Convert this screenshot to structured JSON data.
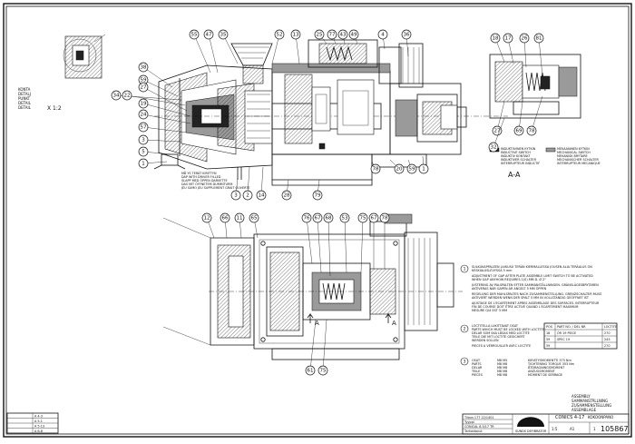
{
  "detail": {
    "labels": [
      "KONTA",
      "DETALJ",
      "PUNKT",
      "DETAIL",
      "DETAIL"
    ],
    "scale": "X 1:2"
  },
  "callouts_top": [
    "55",
    "47",
    "35",
    "52",
    "13",
    "25",
    "77",
    "43",
    "49",
    "4",
    "36",
    "38",
    "59",
    "34",
    "22",
    "27",
    "19",
    "24",
    "57",
    "3",
    "5",
    "1",
    "2",
    "14",
    "28",
    "79",
    "78",
    "20",
    "59",
    "1",
    "3"
  ],
  "callouts_right": [
    "18",
    "17",
    "26",
    "81",
    "27",
    "69",
    "78",
    "32"
  ],
  "callouts_bottom": [
    "12",
    "66",
    "11",
    "65",
    "76",
    "67",
    "68",
    "53",
    "75",
    "67",
    "78",
    "61",
    "75"
  ],
  "section_label": "A-A",
  "section_marks": [
    "A",
    "A"
  ],
  "note_left": [
    "MÅ YS TERÄT KIRITTYN",
    "DAP WITH DRIVER FILLED",
    "SLAPP MED ÖPPEN DARVETTE",
    "DAS MIT ÖFFNETEM DUMMITURM",
    "JEU SUMO JEU SUPPLEMENT GRAIT OUVERTE"
  ],
  "legend_right": [
    "INDUKTIIVINEN KYTKIN",
    "INDUCTIVE SWITCH",
    "INDUKTIV KONTAKT",
    "INDUKTIVER SCHALTER",
    "INTERRUPTEUR INDUCTIF"
  ],
  "legend_right2": [
    "MEKAANINEN KYTKIN",
    "MECHANICAL SWITCH",
    "MEKANISK BRYTARE",
    "MECHANISCHER SCHALTER",
    "INTERRUPTEUR MECANIQUE"
  ],
  "note1": [
    "SULKUKAPPALEEN LIUKUSU TERÄN KIERMALLESSA JOUSEN ALIA TERÄALUS ON",
    "KESKIALUSLEVYSSÄ 5 mm",
    "ADJUSTMENT OF GAP AFTER PLATE ASSEMBLY. LIMIT SWITCH TO BE ACTIVATED",
    "WHEN GAP ANYHOW REQUIRES 1(S) MM D. Ø 2\"",
    "JUSTERING AV PALSPALTEN EFTER SAMMANSTÄLLNINGEN. GRÄNSLÄGESBRYTAREN",
    "AKTIVERAS NÄR GAPEN ÄR ANGELT 5 MM ÖPPEN",
    "REGELUNG DER MAHLSPALTES NACH ZUSAMMENSTELLUNG. GRENZSCHALTER MUSS",
    "AKTIVIERT WERDEN WENN DER SPALT 5 MM IN VOLLSTÄNDIG GEÖFFNET IST",
    "AJUSTAGE DE L'ECARTEMENT APRES ASSEMBLAGE DES SURFACES. INTERRUPTEUR",
    "FIN DE COURSE DOIT ÊTRE ACTIVÉ QUAND L'ECARTEMENT MAXIMUM",
    "MESURE QUI EST 5 MM"
  ],
  "note2": [
    "LOCTITELLA LUKITTAVAT OSAT",
    "PARTS WHICH MUST BE LOCKED WITH LOCTITE",
    "DELAR SOM SKA LÅSAS MED LOCTITE",
    "TEILE DIE MIT LOCTITE GESICHERT",
    "WERDEN SOLLEN",
    "PIECES A VERROUILLER AVEC LOCTITE"
  ],
  "parts_table": {
    "headers": [
      "POS",
      "PART NO. / DEL NR",
      "LOCTITE"
    ],
    "rows": [
      [
        "18",
        "ÖR 19 PIECE",
        "270"
      ],
      [
        "59",
        "SPEC 19",
        "243"
      ],
      [
        "59",
        "",
        "270"
      ]
    ]
  },
  "torque": {
    "left": [
      "OSAT",
      "PARTS",
      "DELAR",
      "TEILE",
      "PIECES"
    ],
    "sizes": [
      "M8 M5",
      "M8 M8",
      "M8 M8",
      "M8 M8",
      "M8 M8"
    ],
    "right": [
      "KIRISTYSMOMENTTI  375 Nm",
      "TIGHTENING TORQUE  353 Nm",
      "ÅTDRAGNINGSMOMENT",
      "ANZUGSMOMENT",
      "MOMENT DE SERRAGE"
    ]
  },
  "assembly": [
    "ASSEMBLY",
    "SAMMANSTÄLLNING",
    "ZUSAMMENSTELLUNG",
    "ASSEMBLAGE"
  ],
  "titleblock": {
    "company": "SUNDS DEFIBRATOR",
    "drawing_title": "CONICS 4-17",
    "subtitle": "KOKOONPANO",
    "drawing_no": "105867",
    "sheet": "1",
    "scale": "1:5",
    "format": "A1",
    "fields_left": [
      "Tilaus  177 22/1401",
      "Tyyppi",
      "CONICAL 8.5/17 TR",
      "Tarkastanut"
    ],
    "revisions": [
      "A 4-3",
      "A 5-1",
      "A 5-13",
      "A 6-8"
    ]
  },
  "colors": {
    "ink": "#111111",
    "paper": "#ffffff",
    "shade": "#9a9a9a"
  }
}
